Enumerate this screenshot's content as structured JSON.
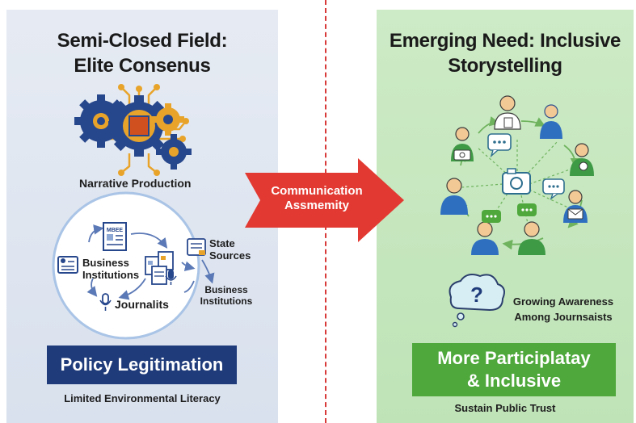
{
  "left_panel": {
    "title_line1": "Semi-Closed Field:",
    "title_line2": "Elite Consenus",
    "narrative_label": "Narrative Production",
    "doc_badge": "MBEE",
    "node_business_line1": "Business",
    "node_business_line2": "Institutions",
    "node_journalists": "Journalits",
    "state_line1": "State",
    "state_line2": "Sources",
    "business2_line1": "Business",
    "business2_line2": "Institutions",
    "banner": "Policy Legitimation",
    "footer": "Limited Environmental Literacy"
  },
  "arrow": {
    "line1": "Communication",
    "line2": "Assmemity"
  },
  "right_panel": {
    "title_line1": "Emerging Need: Inclusive",
    "title_line2": "Storystelling",
    "question_mark": "?",
    "awareness_line1": "Growing Awareness",
    "awareness_line2": "Among Journsaists",
    "banner_line1": "More Participlatay",
    "banner_line2": "& Inclusive",
    "footer": "Sustain Public Trust"
  },
  "colors": {
    "navy": "#1f3b7a",
    "gear_blue": "#27478c",
    "gold": "#e8a42a",
    "arrow_red": "#e23a32",
    "green": "#4ea83b",
    "divider_red": "#d83a3a"
  }
}
